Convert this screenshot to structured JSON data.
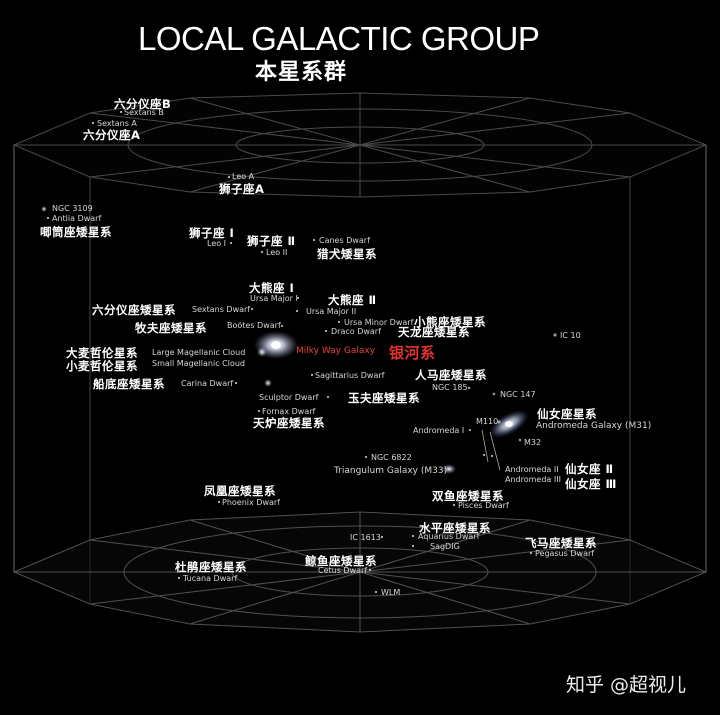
{
  "title": "LOCAL GALACTIC GROUP",
  "subtitle": "本星系群",
  "watermark": "知乎 @超视儿",
  "galaxies": {
    "sextans_b_cn": "六分仪座B",
    "sextans_b_en": "Sextans B",
    "sextans_a_en": "Sextans A",
    "sextans_a_cn": "六分仪座A",
    "leo_a_en": "Leo A",
    "leo_a_cn": "狮子座A",
    "ngc3109_en": "NGC 3109",
    "antlia_en": "Antlia Dwarf",
    "antlia_cn": "唧筒座矮星系",
    "leo1_cn": "狮子座 Ⅰ",
    "leo1_en": "Leo I",
    "leo2_cn": "狮子座 Ⅱ",
    "leo2_en": "Leo II",
    "canes_en": "Canes Dwarf",
    "canes_cn": "猎犬矮星系",
    "uma1_cn": "大熊座 Ⅰ",
    "uma1_en": "Ursa Major I",
    "uma2_cn": "大熊座 Ⅱ",
    "uma2_en": "Ursa Major II",
    "sextans_dw_cn": "六分仪座矮星系",
    "sextans_dw_en": "Sextans Dwarf",
    "bootes_cn": "牧夫座矮星系",
    "bootes_en": "Boötes Dwarf",
    "umi_en": "Ursa Minor Dwarf",
    "umi_cn": "小熊座矮星系",
    "draco_en": "Draco Dwarf",
    "draco_cn": "天龙座矮星系",
    "ic10_en": "IC 10",
    "lmc_cn": "大麦哲伦星系",
    "lmc_en": "Large Magellanic Cloud",
    "smc_cn": "小麦哲伦星系",
    "smc_en": "Small Magellanic Cloud",
    "mw_en": "Milky Way Galaxy",
    "mw_cn": "银河系",
    "sgr_en": "Sagittarius Dwarf",
    "sgr_cn": "人马座矮星系",
    "carina_cn": "船底座矮星系",
    "carina_en": "Carina Dwarf",
    "ngc185_en": "NGC 185",
    "ngc147_en": "NGC 147",
    "sculptor_en": "Sculptor Dwarf",
    "sculptor_cn": "玉夫座矮星系",
    "fornax_en": "Fornax Dwarf",
    "fornax_cn": "天炉座矮星系",
    "m110_en": "M110",
    "and_cn": "仙女座星系",
    "and_en": "Andromeda Galaxy (M31)",
    "and1_en": "Andromeda I",
    "m32_en": "M32",
    "ngc6822_en": "NGC 6822",
    "tri_en": "Triangulum Galaxy (M33)",
    "and2_en": "Andromeda II",
    "and2_cn": "仙女座 Ⅱ",
    "and3_en": "Andromeda III",
    "and3_cn": "仙女座 Ⅲ",
    "phoenix_cn": "凤凰座矮星系",
    "phoenix_en": "Phoenix Dwarf",
    "pisces_cn": "双鱼座矮星系",
    "pisces_en": "Pisces Dwarf",
    "aquarius_cn": "水平座矮星系",
    "ic1613_en": "IC 1613",
    "aquarius_en": "Aquarius Dwarf",
    "sagdig_en": "SagDIG",
    "pegasus_cn": "飞马座矮星系",
    "pegasus_en": "Pegasus Dwarf",
    "tucana_cn": "杜鹃座矮星系",
    "tucana_en": "Tucana Dwarf",
    "cetus_cn": "鲸鱼座矮星系",
    "cetus_en": "Cetus Dwarf",
    "wlm_en": "WLM"
  }
}
